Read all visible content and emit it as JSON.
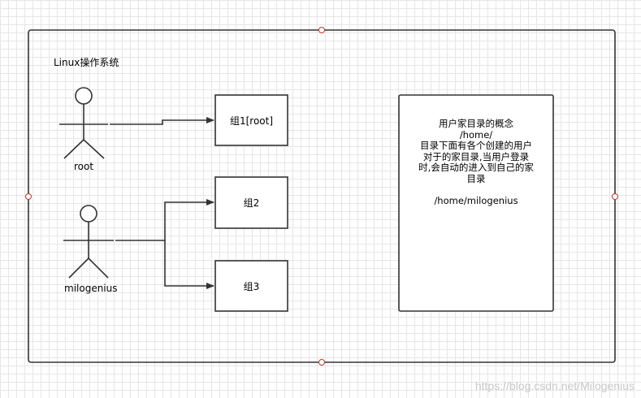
{
  "diagram": {
    "title": "Linux操作系统",
    "actors": [
      {
        "label": "root"
      },
      {
        "label": "milogenius"
      }
    ],
    "groups": [
      {
        "label": "组1[root]"
      },
      {
        "label": "组2"
      },
      {
        "label": "组3"
      }
    ],
    "note": {
      "lines": [
        "用户家目录的概念",
        "/home/",
        "目录下面有各个创建的用户",
        "对于的家目录,当用户登录",
        "时,会自动的进入到自己的家",
        "目录",
        "",
        "/home/milogenius"
      ]
    }
  },
  "watermark": "https://blog.csdn.net/Milogenius",
  "colors": {
    "stroke": "#333333",
    "handle": "#c0392b",
    "grid": "#e6e6e6"
  }
}
